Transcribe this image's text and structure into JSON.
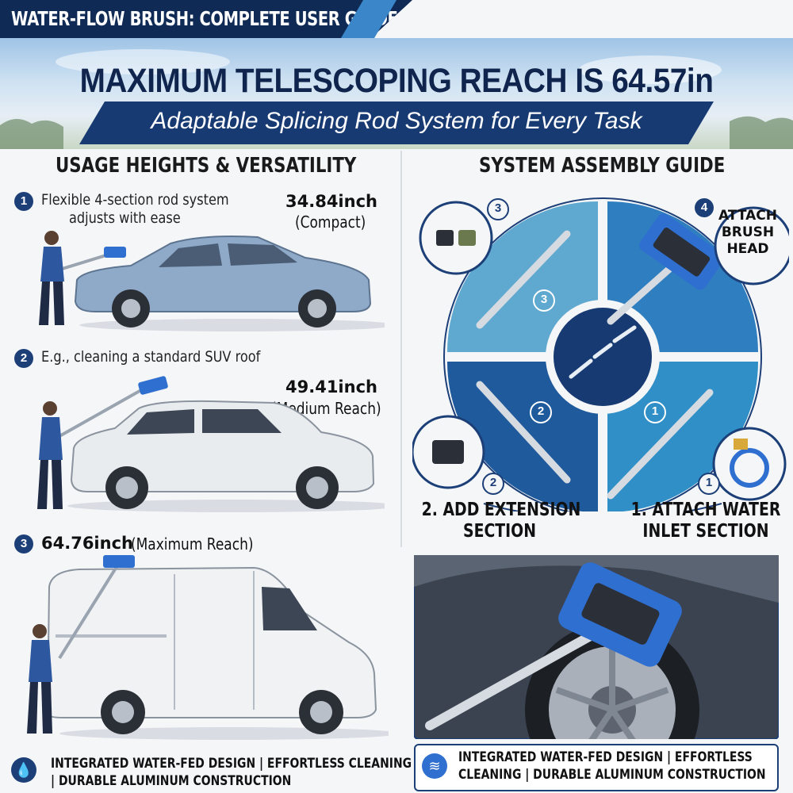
{
  "banner": {
    "title": "WATER-FLOW BRUSH: COMPLETE USER GUIDE"
  },
  "hero": {
    "headline": "MAXIMUM TELESCOPING REACH IS 64.57in",
    "subheadline": "Adaptable Splicing Rod System for Every Task"
  },
  "usage": {
    "title": "USAGE HEIGHTS & VERSATILITY",
    "step1": {
      "number": "1",
      "line1": "Flexible 4-section rod system",
      "line2": "adjusts with ease",
      "height": "34.84inch",
      "note": "(Compact)"
    },
    "step2": {
      "number": "2",
      "text": "E.g., cleaning a standard SUV roof",
      "height": "49.41inch",
      "note": "(Medium Reach)"
    },
    "step3": {
      "number": "3",
      "height": "64.76inch",
      "note": "(Maximum Reach)"
    }
  },
  "assembly": {
    "title": "SYSTEM ASSEMBLY GUIDE",
    "step4": {
      "number": "4",
      "line1": "ATTACH",
      "line2": "BRUSH",
      "line3": "HEAD"
    },
    "step3": {
      "number": "3"
    },
    "step2": {
      "number": "2",
      "line1": "2. ADD EXTENSION",
      "line2": "SECTION"
    },
    "step1": {
      "number": "1",
      "line1": "1. ATTACH WATER",
      "line2": "INLET SECTION"
    }
  },
  "footer": {
    "left_line1": "INTEGRATED WATER-FED DESIGN | EFFORTLESS CLEANING",
    "left_line2": "| DURABLE ALUMINUM CONSTRUCTION",
    "right_line1": "INTEGRATED WATER-FED DESIGN | EFFORTLESS",
    "right_line2": "CLEANING | DURABLE ALUMINUM CONSTRUCTION"
  },
  "colors": {
    "navy": "#10254d",
    "accent_blue": "#3a86c8",
    "brush_blue": "#2f6fd0",
    "car_blue": "#8fa9c8"
  }
}
